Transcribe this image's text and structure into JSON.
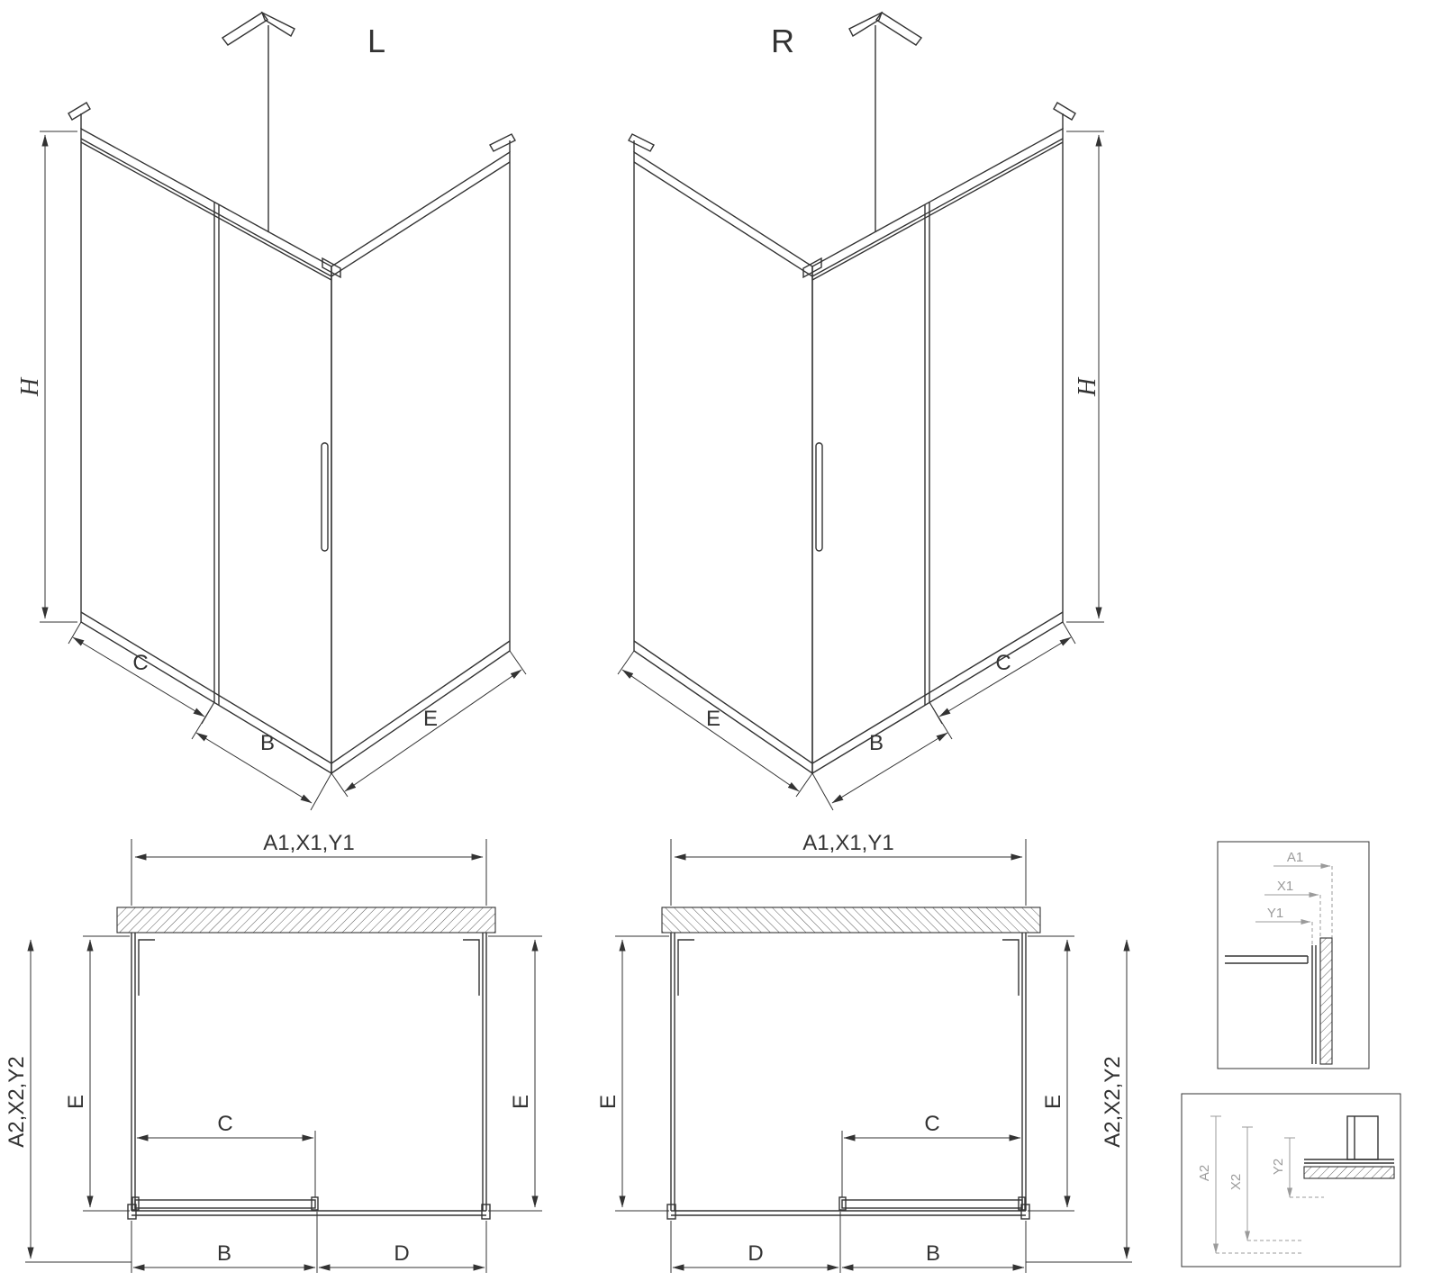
{
  "views": {
    "iso_left": {
      "label": "L",
      "dim_height": "H",
      "dim_c": "C",
      "dim_b": "B",
      "dim_e": "E"
    },
    "iso_right": {
      "label": "R",
      "dim_height": "H",
      "dim_c": "C",
      "dim_b": "B",
      "dim_e": "E"
    },
    "plan_left": {
      "dim_width_top": "A1,X1,Y1",
      "dim_depth_side": "A2,X2,Y2",
      "dim_e_left": "E",
      "dim_e_right": "E",
      "dim_c": "C",
      "dim_b": "B",
      "dim_d": "D"
    },
    "plan_center": {
      "dim_width_top": "A1,X1,Y1",
      "dim_depth_side": "A2,X2,Y2",
      "dim_e_left": "E",
      "dim_e_right": "E",
      "dim_c": "C",
      "dim_b": "B",
      "dim_d": "D"
    },
    "detail_top": {
      "dim_a1": "A1",
      "dim_x1": "X1",
      "dim_y1": "Y1"
    },
    "detail_bottom": {
      "dim_a2": "A2",
      "dim_x2": "X2",
      "dim_y2": "Y2"
    }
  },
  "colors": {
    "line": "#333333",
    "detail_label": "#9b9b9b",
    "background": "#ffffff"
  }
}
